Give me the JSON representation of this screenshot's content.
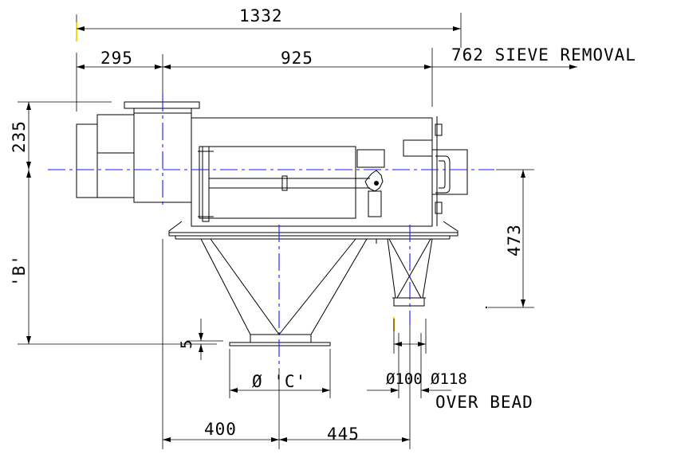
{
  "dimensions": {
    "overall_length": "1332",
    "motor_length": "295",
    "body_length": "925",
    "sieve_removal": "762 SIEVE REMOVAL",
    "inlet_height": "235",
    "height_b": "'B'",
    "outlet_height": "473",
    "flange_thickness": "5",
    "outlet_diameter": "Ø 'C'",
    "oversize_outlet_diameter": "Ø100",
    "over_bead_diameter": "Ø118",
    "over_bead_note": "OVER BEAD",
    "outlet_offset": "400",
    "oversize_offset": "445"
  },
  "colors": {
    "lines": "#000000",
    "centerlines": "#1a1aff",
    "marker": "#ffd700"
  }
}
